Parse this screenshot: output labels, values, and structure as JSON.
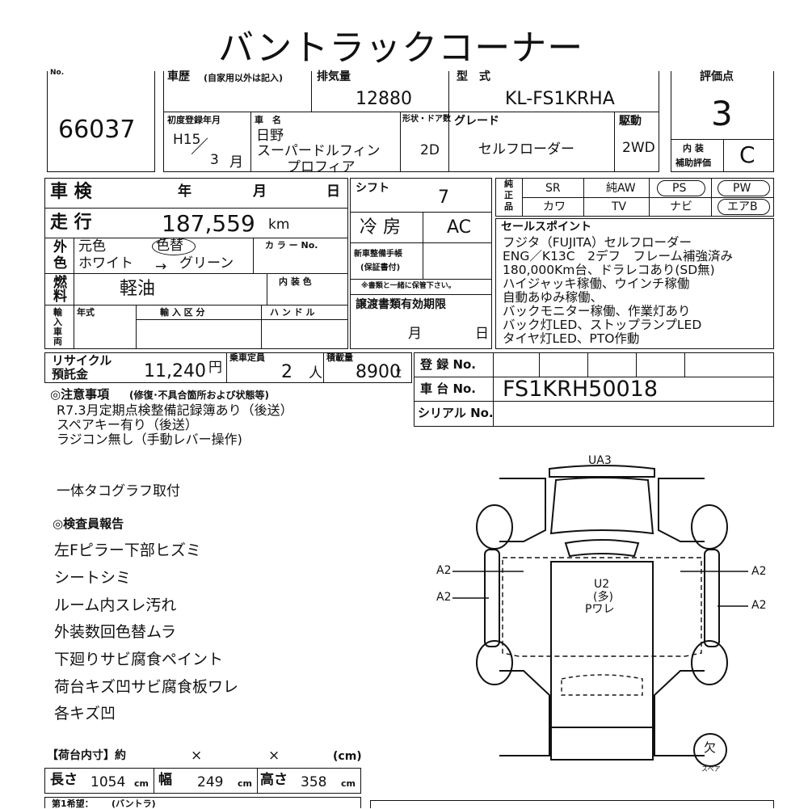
{
  "title": "バントラックコーナー",
  "lot": {
    "label": "No.",
    "number": "66037"
  },
  "history": {
    "label": "車歴",
    "note": "(自家用以外は記入)"
  },
  "displacement": {
    "label": "排気量",
    "value": "12880"
  },
  "model": {
    "label": "型　式",
    "value": "KL-FS1KRHA"
  },
  "score": {
    "label": "評価点",
    "value": "3"
  },
  "interior_score": {
    "label1": "内 装",
    "label2": "補助評価",
    "value": "C"
  },
  "first_reg": {
    "label": "初度登録年月",
    "era_year": "H15",
    "slash": "／",
    "month": "3",
    "month_unit": "月"
  },
  "car_name": {
    "label": "車　名",
    "maker": "日野",
    "name1": "スーパードルフィン",
    "name2": "プロフィア"
  },
  "doors": {
    "label": "形状・ドア数",
    "value": "2D"
  },
  "grade": {
    "label": "グレード",
    "value": "セルフローダー"
  },
  "drive": {
    "label": "駆動",
    "value": "2WD"
  },
  "inspection": {
    "label": "車 検",
    "year": "年",
    "month": "月",
    "day": "日"
  },
  "shift": {
    "label": "シフト",
    "value": "7"
  },
  "mileage": {
    "label": "走 行",
    "value": "187,559",
    "unit": "km"
  },
  "ac": {
    "label": "冷 房",
    "value": "AC"
  },
  "genuine": {
    "label1": "純",
    "label2": "正",
    "label3": "品",
    "row1": [
      "SR",
      "純AW",
      "PS",
      "PW"
    ],
    "row2": [
      "カワ",
      "TV",
      "ナビ",
      "エアB"
    ]
  },
  "color": {
    "label1": "外",
    "label2": "色",
    "orig_label": "元色",
    "changed": "色替",
    "from": "ホワイト",
    "arrow": "→",
    "to": "グリーン",
    "code_label": "カ ラ ー No."
  },
  "new_reg": {
    "label1": "新車整備手帳",
    "label2": "(保証書付)",
    "note": "※書類と一緒に保管下さい。"
  },
  "fuel": {
    "label1": "燃",
    "label2": "料",
    "value": "軽油",
    "interior_color_label": "内 装 色"
  },
  "import": {
    "label1": "輸",
    "label2": "入",
    "label3": "車",
    "label4": "両",
    "year_label": "年式",
    "division_label": "輸 入 区 分",
    "handle_label": "ハ ン ド ル"
  },
  "transfer": {
    "label": "譲渡書類有効期限",
    "month": "月",
    "day": "日"
  },
  "sales_points": {
    "label": "セールスポイント",
    "lines": [
      "フジタ（FUJITA）セルフローダー",
      "ENG／K13C　2デフ　フレーム補強済み",
      "180,000Km台、ドラレコあり(SD無)",
      "ハイジャッキ稼働、ウインチ稼働",
      "自動あゆみ稼働、",
      "バックモニター稼働、作業灯あり",
      "バック灯LED、ストップランプLED",
      "タイヤ灯LED、PTO作動"
    ]
  },
  "recycle": {
    "label1": "リサイクル",
    "label2": "預託金",
    "value": "11,240",
    "unit": "円"
  },
  "capacity": {
    "label": "乗車定員",
    "value": "2",
    "unit": "人"
  },
  "load": {
    "label": "積載量",
    "value": "8900",
    "unit": "t"
  },
  "registration": {
    "label": "登 録 No."
  },
  "chassis": {
    "label": "車 台 No.",
    "value": "FS1KRH50018"
  },
  "serial": {
    "label": "シリアル No."
  },
  "notes": {
    "header": "◎注意事項",
    "header_sub": "(修復･不具合箇所および状態等)",
    "lines": [
      "R7.3月定期点検整備記録簿あり（後送）",
      "スペアキー有り（後送）",
      "ラジコン無し（手動レバー操作)",
      "",
      "一体タコグラフ取付"
    ]
  },
  "inspector": {
    "header": "◎検査員報告",
    "lines": [
      "左Fピラー下部ヒズミ",
      "シートシミ",
      "ルーム内スレ汚れ",
      "外装数回色替ムラ",
      "下廻りサビ腐食ペイント",
      "荷台キズ凹サビ腐食板ワレ",
      "各キズ凹"
    ]
  },
  "diagram": {
    "top": "UA3",
    "left1": "A2",
    "left2": "A2",
    "right1": "A2",
    "right2": "A2",
    "center1": "U2",
    "center2": "(多)",
    "center3": "Pワレ",
    "spare": "欠",
    "spare_label": "スペア"
  },
  "cargo": {
    "header": "【荷台内寸】約",
    "x1": "×",
    "x2": "×",
    "unit": "(cm)",
    "length_label": "長さ",
    "length": "1054",
    "width_label": "幅",
    "width": "249",
    "height_label": "高さ",
    "height": "358",
    "cm": "cm"
  },
  "bottom": {
    "label": "第1希望：",
    "value": "(バントラ)"
  }
}
